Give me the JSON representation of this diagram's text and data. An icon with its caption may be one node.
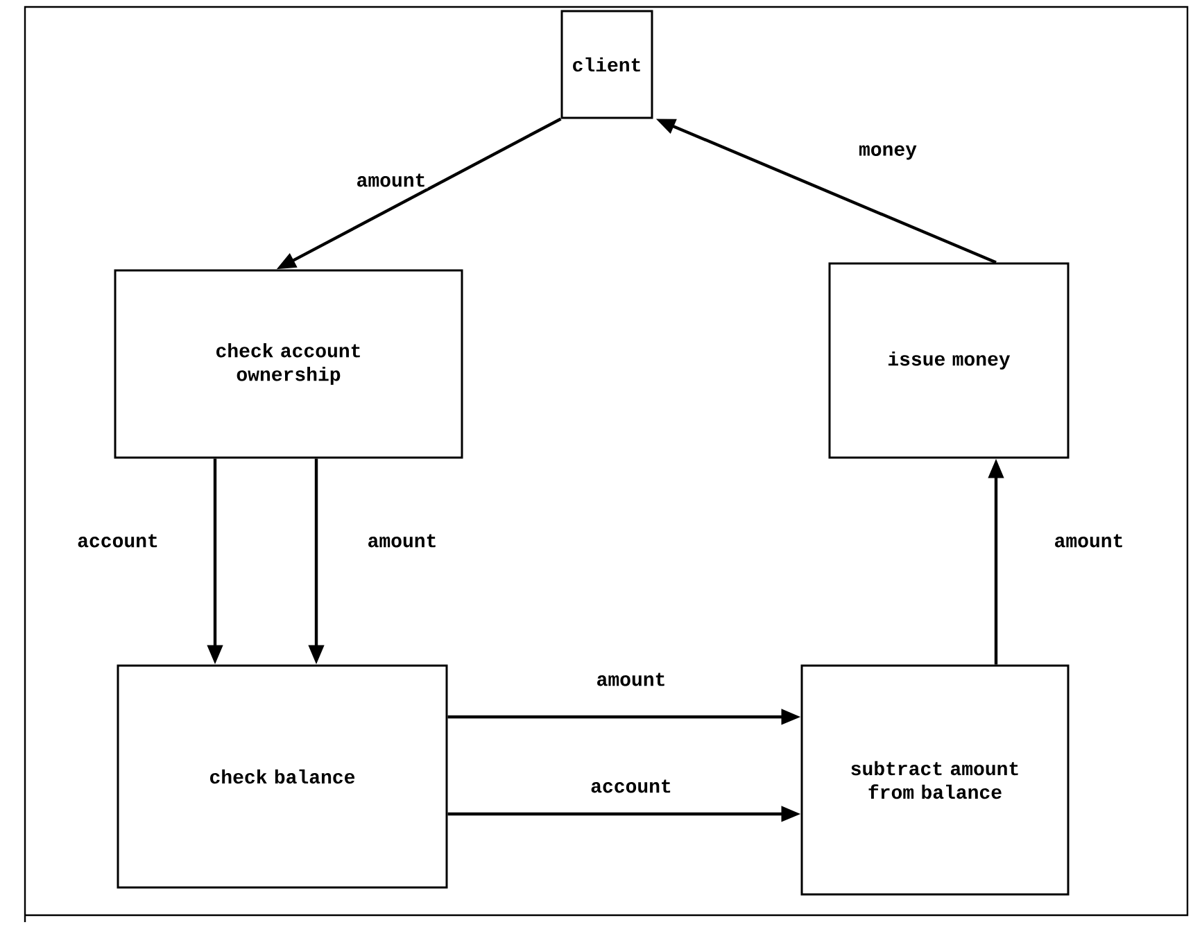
{
  "diagram": {
    "nodes": [
      {
        "text": [
          "client"
        ]
      },
      {
        "text": [
          "check account ownership"
        ]
      },
      {
        "text": [
          "issue money"
        ]
      },
      {
        "text": [
          "check balance"
        ]
      },
      {
        "text": [
          "subtract amount from balance"
        ]
      }
    ],
    "edges": [
      {
        "from": 0,
        "to": 1,
        "arrow": "to",
        "label": "amount"
      },
      {
        "from": 1,
        "to": 3,
        "arrow": "to",
        "label": "account"
      },
      {
        "from": 1,
        "to": 3,
        "arrow": "to",
        "label": "amount"
      },
      {
        "from": 3,
        "to": 4,
        "arrow": "to",
        "label": "amount"
      },
      {
        "from": 3,
        "to": 4,
        "arrow": "to",
        "label": "account"
      },
      {
        "from": 4,
        "to": 2,
        "arrow": "to",
        "label": "amount"
      },
      {
        "from": 2,
        "to": 0,
        "arrow": "to",
        "label": "money"
      }
    ]
  }
}
